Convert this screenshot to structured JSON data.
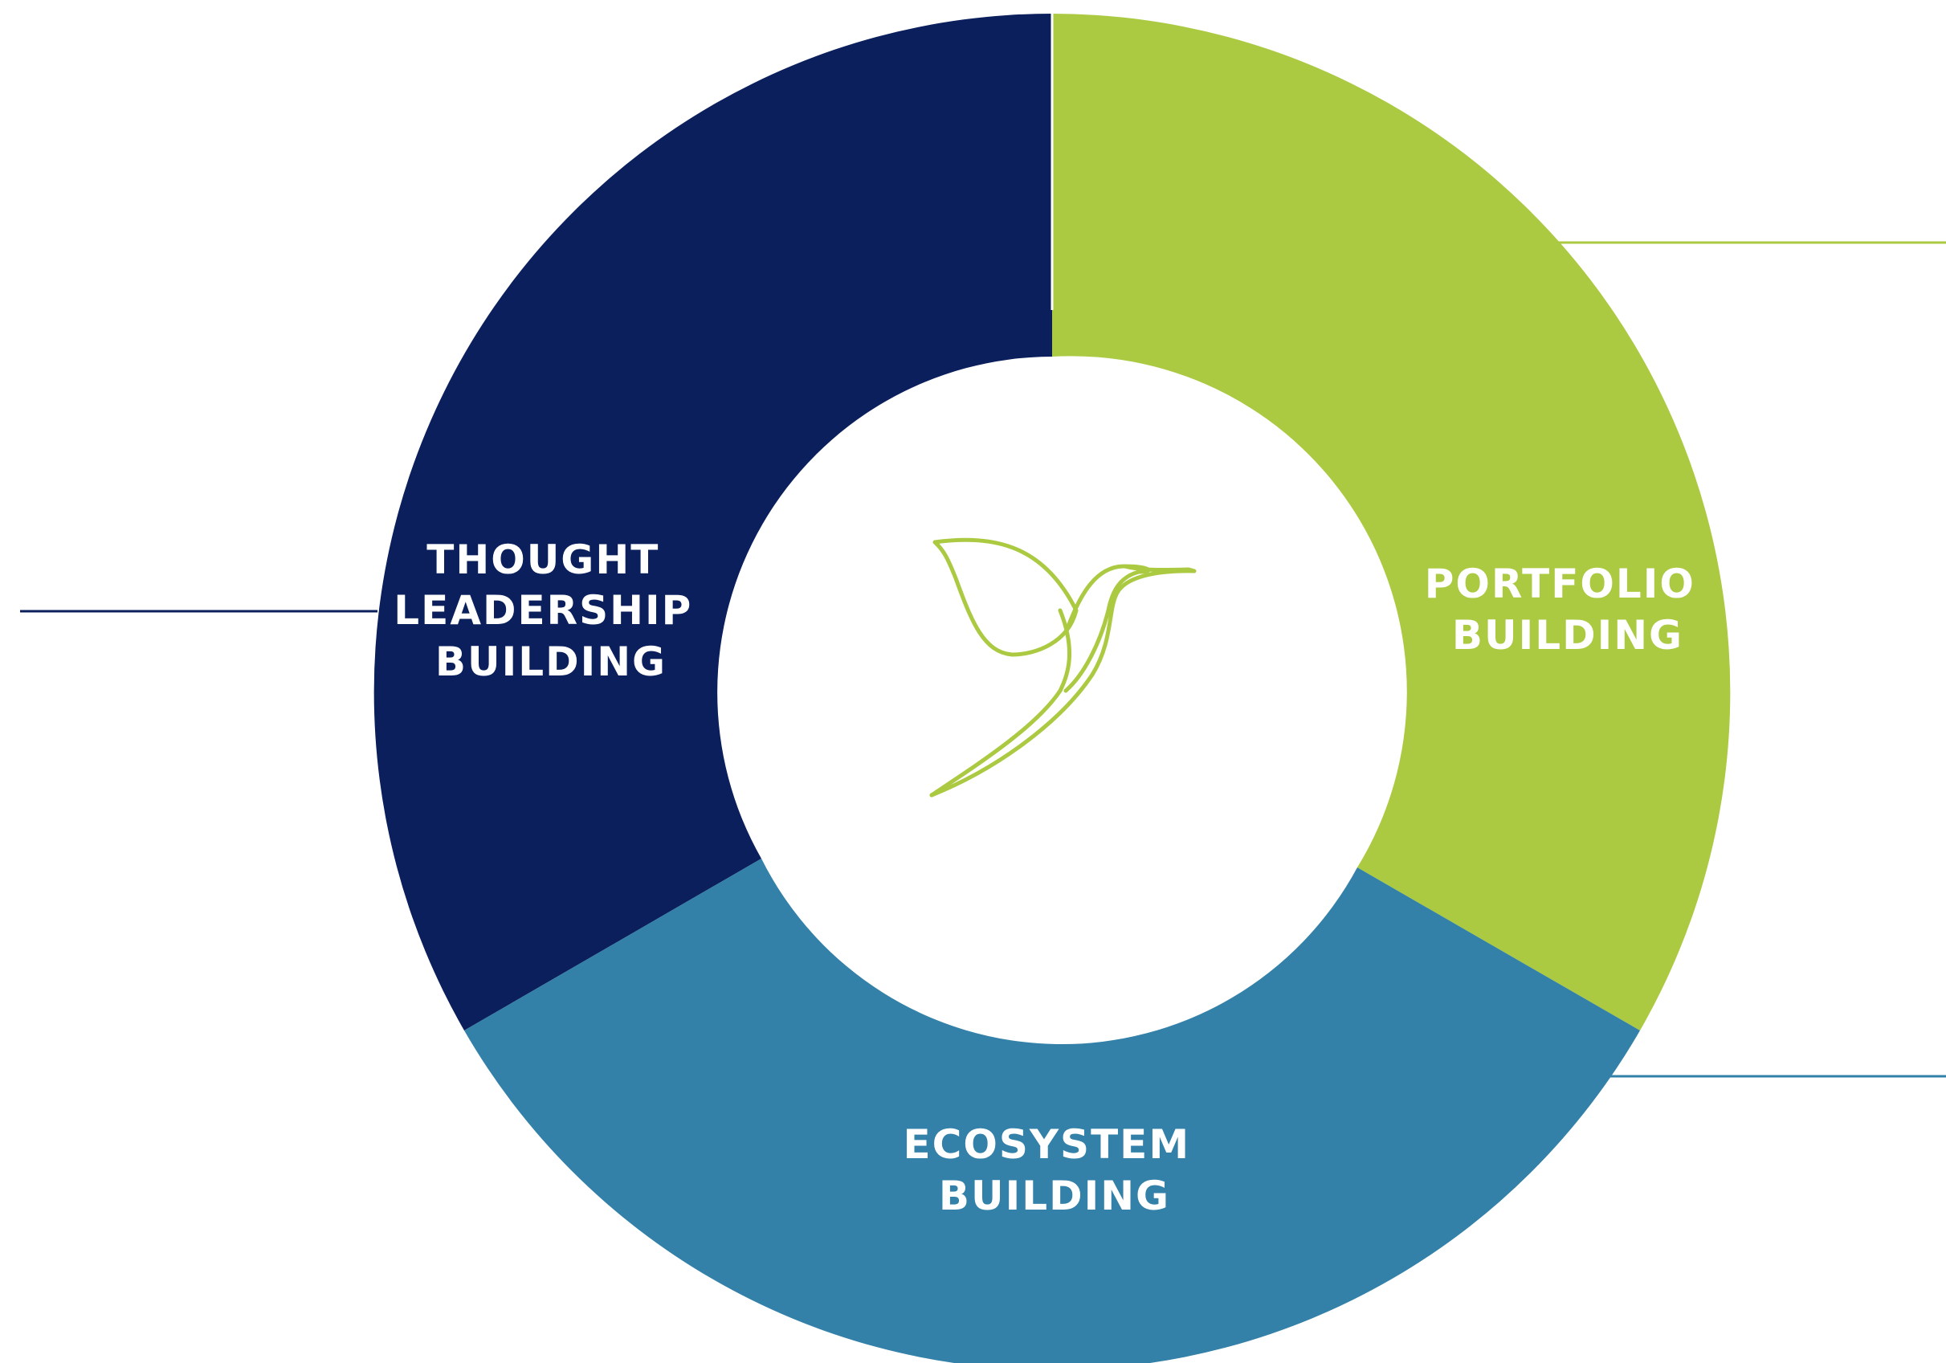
{
  "diagram": {
    "segments": [
      {
        "key": "thought",
        "lines": [
          "THOUGHT",
          "LEADERSHIP",
          "BUILDING"
        ],
        "color": "#0a1f5c"
      },
      {
        "key": "portfolio",
        "lines": [
          "PORTFOLIO",
          "BUILDING"
        ],
        "color": "#abca42"
      },
      {
        "key": "ecosystem",
        "lines": [
          "ECOSYSTEM",
          "BUILDING"
        ],
        "color": "#3380a8"
      }
    ],
    "logo": {
      "icon": "bird-leaf-logo-icon",
      "color": "#abca42"
    },
    "connector_colors": {
      "thought": "#0a1f5c",
      "portfolio": "#abca42",
      "ecosystem": "#3380a8"
    }
  }
}
